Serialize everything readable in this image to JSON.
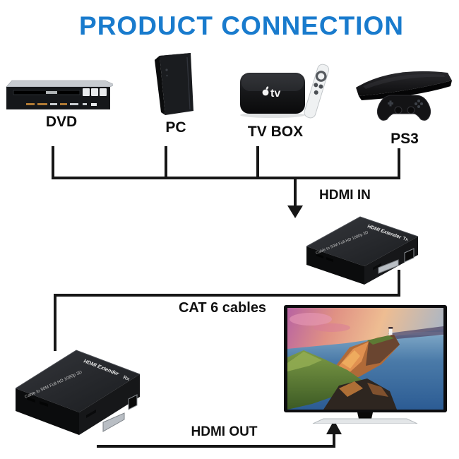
{
  "title": {
    "text": "PRODUCT CONNECTION"
  },
  "sources": [
    {
      "id": "dvd",
      "label": "DVD"
    },
    {
      "id": "pc",
      "label": "PC"
    },
    {
      "id": "tvbox",
      "label": "TV BOX"
    },
    {
      "id": "ps3",
      "label": "PS3"
    }
  ],
  "devices": {
    "tv_box_logo": "tv"
  },
  "connections": {
    "hdmi_in": "HDMI IN",
    "cat6": "CAT 6 cables",
    "hdmi_out": "HDMI OUT"
  },
  "extenders": {
    "transmitter": {
      "brand": "HDMI Extender",
      "marking": "Tx",
      "body_text": "Cable to 50M Full-HD 1080p 3D"
    },
    "receiver": {
      "brand": "HDMI Extender",
      "marking": "Rx",
      "body_text": "Cable to 50M Full-HD 1080p 3D"
    }
  },
  "colors": {
    "title_blue": "#197bcd",
    "line_black": "#161616"
  }
}
